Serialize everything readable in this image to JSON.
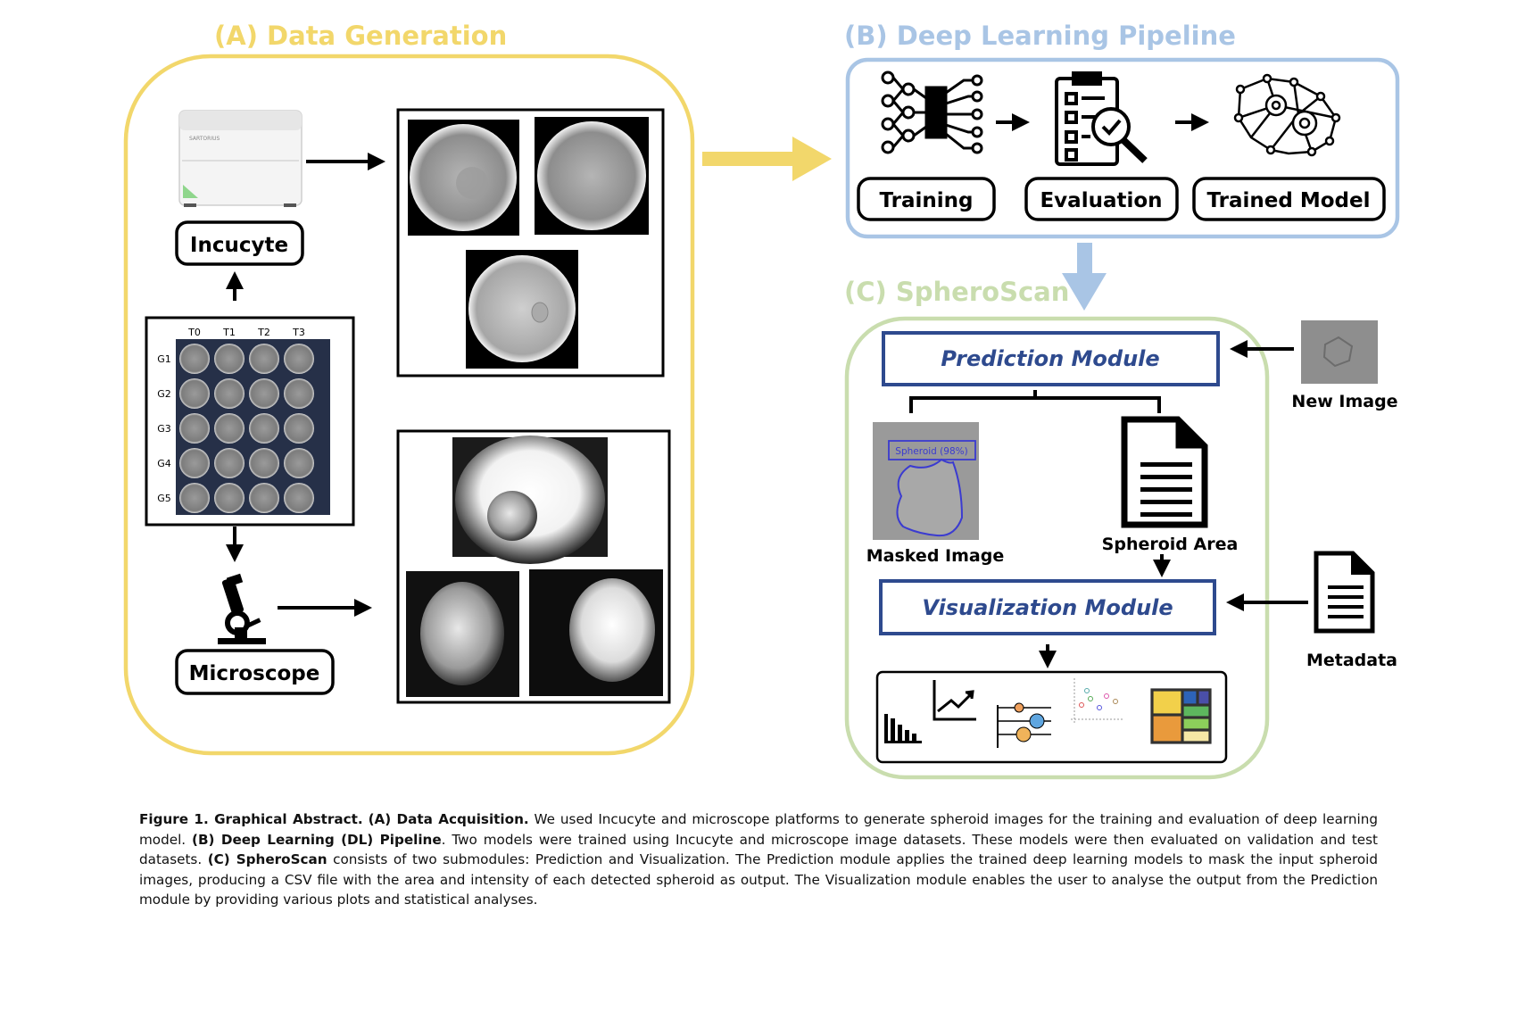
{
  "colors": {
    "yellow": "#F2D76B",
    "blue_light": "#A9C5E5",
    "green_light": "#C9DDAE",
    "navy": "#2E4A8E",
    "black": "#000000"
  },
  "panel_a": {
    "title": "(A) Data Generation",
    "incucyte_label": "Incucyte",
    "microscope_label": "Microscope",
    "plate_cols": [
      "T0",
      "T1",
      "T2",
      "T3"
    ],
    "plate_rows": [
      "G1",
      "G2",
      "G3",
      "G4",
      "G5"
    ],
    "device_brand": "SARTORIUS"
  },
  "panel_b": {
    "title": "(B) Deep Learning Pipeline",
    "steps": [
      "Training",
      "Evaluation",
      "Trained Model"
    ]
  },
  "panel_c": {
    "title": "(C) SpheroScan",
    "prediction_module": "Prediction Module",
    "visualization_module": "Visualization Module",
    "masked_image_label": "Masked Image",
    "spheroid_area_label": "Spheroid Area",
    "new_image_label": "New Image",
    "metadata_label": "Metadata",
    "mask_tag": "Spheroid (98%)"
  },
  "caption": {
    "fig_label": "Figure 1. Graphical Abstract.",
    "a_head": "(A) Data Acquisition.",
    "a_text": " We used Incucyte and microscope platforms to generate spheroid images for the training and evaluation of deep learning model. ",
    "b_head": "(B) Deep Learning (DL) Pipeline",
    "b_text": ". Two models were trained using Incucyte and microscope image datasets. These models were then evaluated on validation and test datasets. ",
    "c_head": "(C) SpheroScan",
    "c_text": " consists of two submodules: Prediction and Visualization. The Prediction module applies the trained deep learning models to mask the input spheroid images, producing a CSV file with the area and intensity of each detected spheroid as output. The Visualization module enables the user to analyse the output from the Prediction module by providing various plots and statistical analyses."
  }
}
